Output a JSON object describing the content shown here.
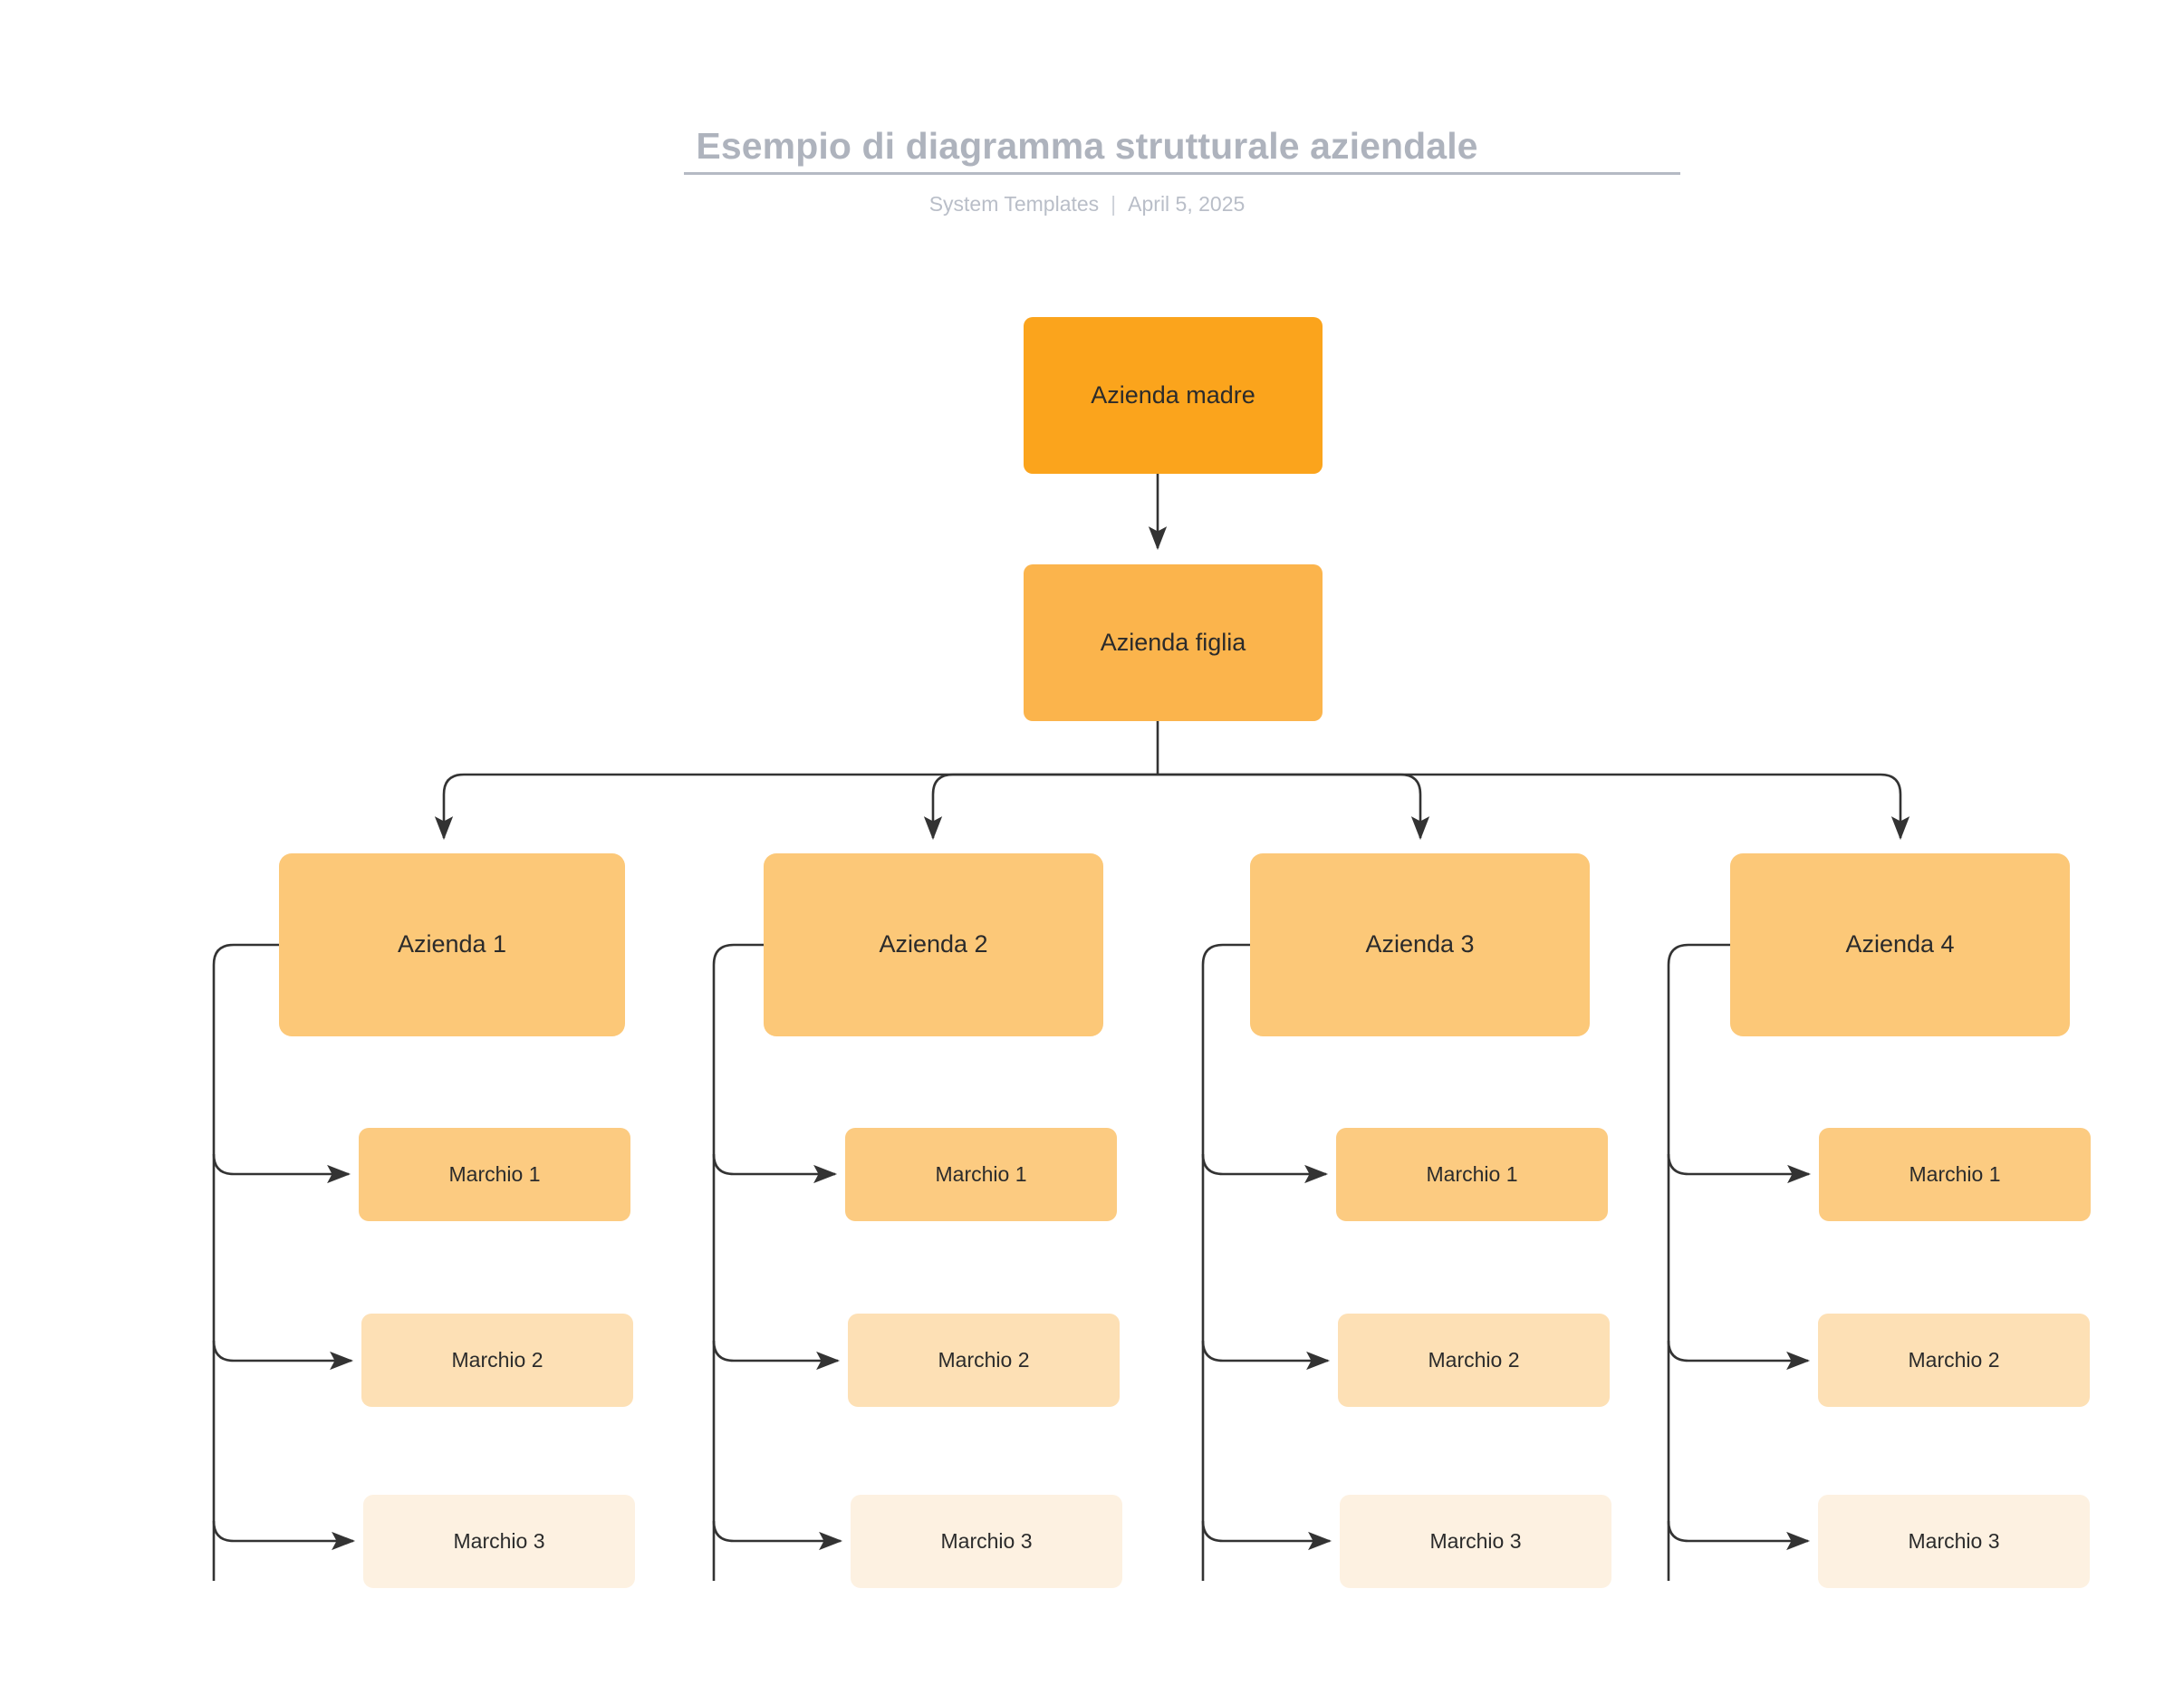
{
  "header": {
    "title": "Esempio di diagramma strutturale aziendale",
    "author": "System Templates",
    "separator": "|",
    "date": "April 5, 2025"
  },
  "colors": {
    "root": "#FBA41C",
    "subsidiary": "#FBB44C",
    "company": "#FCC878",
    "brand_1": "#FCCB81",
    "brand_2": "#FDE0B5",
    "brand_3": "#FDF1E1",
    "connector": "#333333",
    "title": "#aeb3bd",
    "subtitle": "#b9bec8",
    "background": "#ffffff"
  },
  "chart_data": {
    "type": "diagram",
    "subtype": "organizational-hierarchy-tree",
    "title": "Esempio di diagramma strutturale aziendale",
    "orientation": "top-down",
    "levels": 4,
    "node_count": 18,
    "edge_count": 17
  },
  "diagram": {
    "root": {
      "id": "azienda-madre",
      "label": "Azienda madre"
    },
    "subsidiary": {
      "id": "azienda-figlia",
      "label": "Azienda figlia"
    },
    "companies": [
      {
        "id": "azienda-1",
        "label": "Azienda 1",
        "brands": [
          {
            "id": "azienda-1-marchio-1",
            "label": "Marchio 1"
          },
          {
            "id": "azienda-1-marchio-2",
            "label": "Marchio 2"
          },
          {
            "id": "azienda-1-marchio-3",
            "label": "Marchio 3"
          }
        ]
      },
      {
        "id": "azienda-2",
        "label": "Azienda 2",
        "brands": [
          {
            "id": "azienda-2-marchio-1",
            "label": "Marchio 1"
          },
          {
            "id": "azienda-2-marchio-2",
            "label": "Marchio 2"
          },
          {
            "id": "azienda-2-marchio-3",
            "label": "Marchio 3"
          }
        ]
      },
      {
        "id": "azienda-3",
        "label": "Azienda 3",
        "brands": [
          {
            "id": "azienda-3-marchio-1",
            "label": "Marchio 1"
          },
          {
            "id": "azienda-3-marchio-2",
            "label": "Marchio 2"
          },
          {
            "id": "azienda-3-marchio-3",
            "label": "Marchio 3"
          }
        ]
      },
      {
        "id": "azienda-4",
        "label": "Azienda 4",
        "brands": [
          {
            "id": "azienda-4-marchio-1",
            "label": "Marchio 1"
          },
          {
            "id": "azienda-4-marchio-2",
            "label": "Marchio 2"
          },
          {
            "id": "azienda-4-marchio-3",
            "label": "Marchio 3"
          }
        ]
      }
    ]
  }
}
